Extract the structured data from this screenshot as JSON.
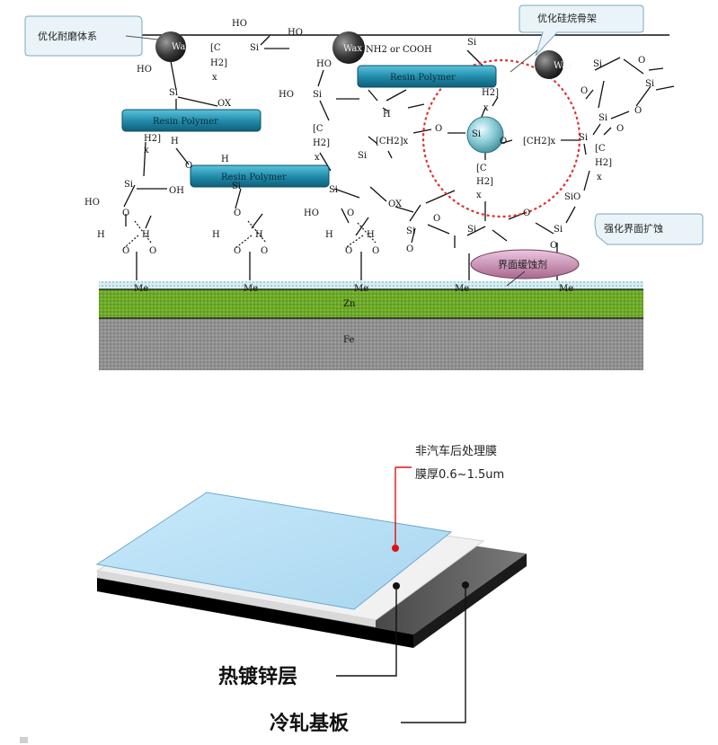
{
  "top": {
    "callouts": {
      "wear": "优化耐磨体系",
      "silane": "优化硅烷骨架",
      "interface": "强化界面扩蚀"
    },
    "wax": "Wax",
    "wax_nh2": "NH2 or COOH",
    "resin": "Resin    Polymer",
    "buffer": "界面缓蚀剂",
    "zn": "Zn",
    "fe": "Fe",
    "me": "Me",
    "chem": {
      "ho": "HO",
      "si": "Si",
      "o": "O",
      "h": "H",
      "x": "x",
      "ox": "OX",
      "oh": "OH",
      "sio": "SiO",
      "c_open": "[C",
      "h2_close": "H2]",
      "ch2x": "[CH2]x"
    },
    "colors": {
      "zn_layer": "#5e9a1e",
      "fe_layer": "#8e8e8e",
      "resin": "#1f89a8",
      "buffer": "#b77ba6",
      "ring": "#e03030"
    }
  },
  "bottom": {
    "film_label_1": "非汽车后处理膜",
    "film_label_2": "膜厚0.6~1.5um",
    "zinc_label": "热镀锌层",
    "steel_label": "冷轧基板",
    "colors": {
      "film": "#bfe2f6",
      "zinc": "#f0f0f0",
      "steel": "#2a2a2a",
      "marker": "#e01010"
    }
  }
}
